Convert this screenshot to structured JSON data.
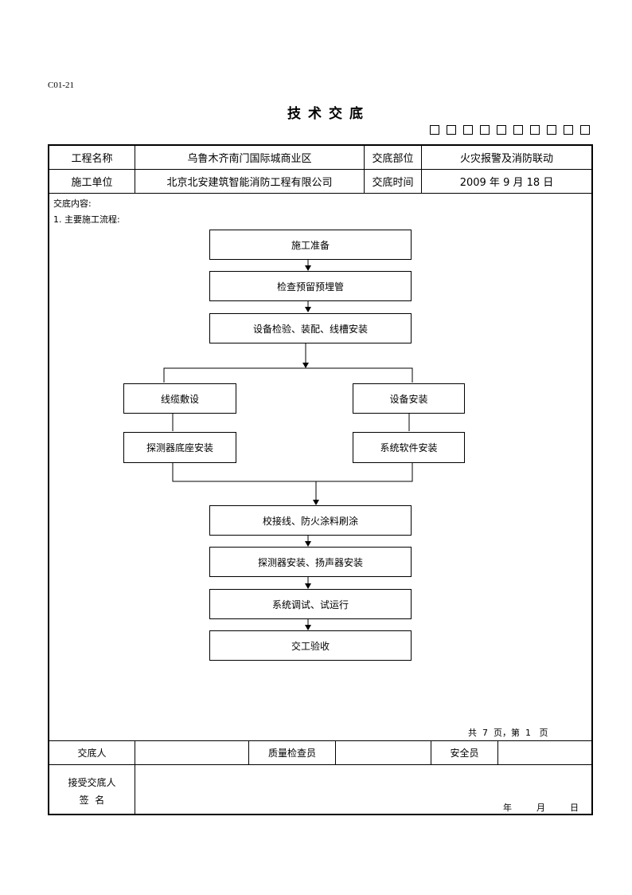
{
  "doc": {
    "code": "C01-21",
    "title": "技术交底"
  },
  "info": {
    "project_name_label": "工程名称",
    "project_name": "乌鲁木齐南门国际城商业区",
    "part_label": "交底部位",
    "part": "火灾报警及消防联动",
    "unit_label": "施工单位",
    "unit": "北京北安建筑智能消防工程有限公司",
    "time_label": "交底时间",
    "time": "2009 年 9 月 18 日"
  },
  "content": {
    "heading": "交底内容:",
    "subheading": "1. 主要施工流程:"
  },
  "flow": {
    "step1": "施工准备",
    "step2": "检查预留预埋管",
    "step3": "设备检验、装配、线槽安装",
    "left1": "线缆敷设",
    "left2": "探测器底座安装",
    "right1": "设备安装",
    "right2": "系统软件安装",
    "step4": "校接线、防火涂料刷涂",
    "step5": "探测器安装、扬声器安装",
    "step6": "系统调试、试运行",
    "step7": "交工验收"
  },
  "pagination": {
    "text": "共  7  页，第  1   页"
  },
  "sign": {
    "discloser_label": "交底人",
    "discloser": "",
    "quality_label": "质量检查员",
    "quality": "",
    "safety_label": "安全员",
    "safety": "",
    "receiver_label_line1": "接受交底人",
    "receiver_label_line2": "签  名",
    "date_year": "年",
    "date_month": "月",
    "date_day": "日"
  }
}
